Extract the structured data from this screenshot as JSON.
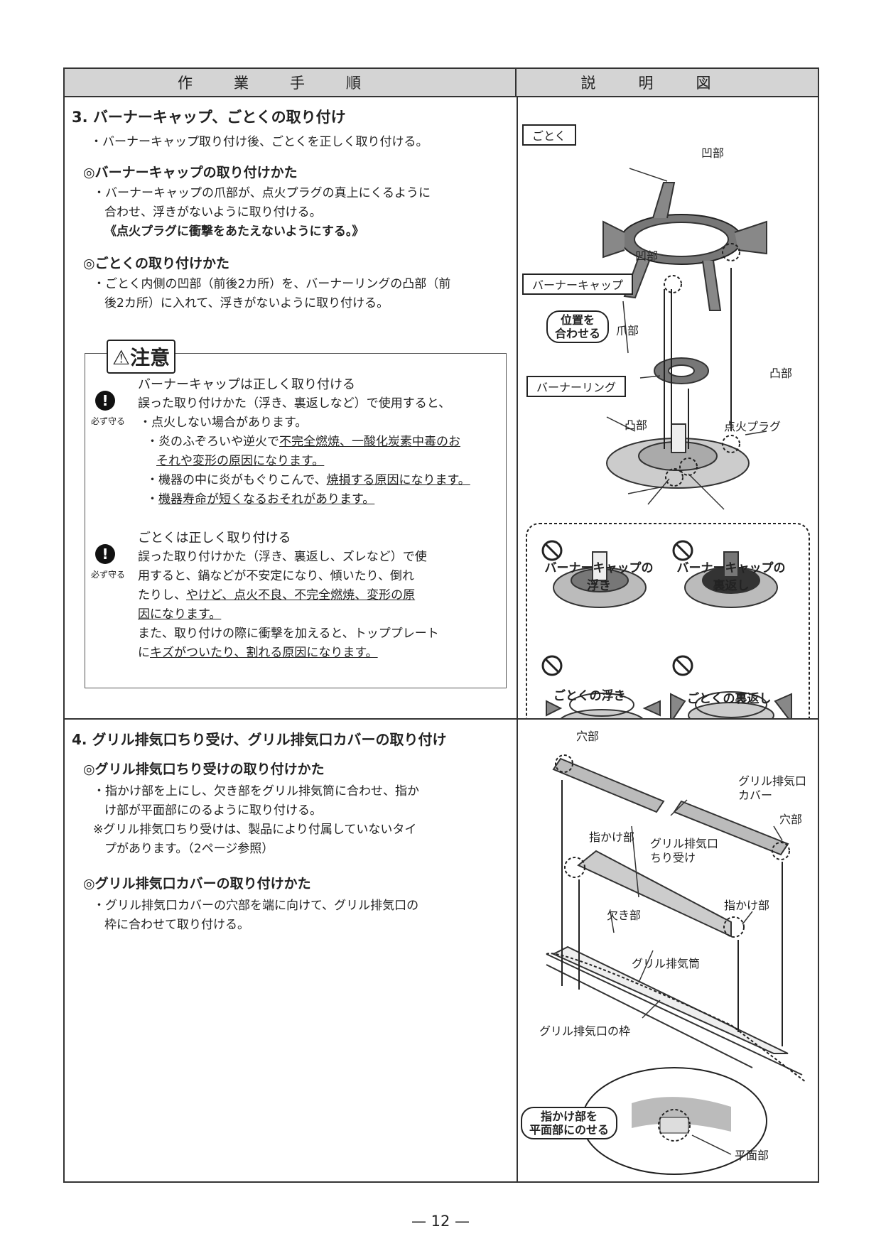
{
  "header": {
    "left": "作業手順",
    "right": "説明図"
  },
  "s3": {
    "title": "3. バーナーキャップ、ごとくの取り付け",
    "intro": "・バーナーキャップ取り付け後、ごとくを正しく取り付ける。",
    "cap_head": "◎バーナーキャップの取り付けかた",
    "cap_line1": "・バーナーキャップの爪部が、点火プラグの真上にくるように",
    "cap_line2": "合わせ、浮きがないように取り付ける。",
    "cap_bold": "《点火プラグに衝撃をあたえないようにする。》",
    "gotoku_head": "◎ごとくの取り付けかた",
    "gotoku_line1": "・ごとく内側の凹部（前後2カ所）を、バーナーリングの凸部（前",
    "gotoku_line2": "後2カ所）に入れて、浮きがないように取り付ける。"
  },
  "caution": {
    "tag": "⚠注意",
    "must": "必ず守る",
    "a_title": "バーナーキャップは正しく取り付ける",
    "a_lead": "誤った取り付けかた（浮き、裏返しなど）で使用すると、",
    "a_b1": "・点火しない場合があります。",
    "a_b2a": "・炎のふぞろいや逆火で",
    "a_b2b": "不完全燃焼、一酸化炭素中毒のお",
    "a_b2c": "それや変形の原因になります。",
    "a_b3a": "・機器の中に炎がもぐりこんで、",
    "a_b3b": "焼損する原因になります。",
    "a_b4": "機器寿命が短くなるおそれがあります。",
    "b_title": "ごとくは正しく取り付ける",
    "b_l1": "誤った取り付けかた（浮き、裏返し、ズレなど）で使",
    "b_l2": "用すると、鍋などが不安定になり、傾いたり、倒れ",
    "b_l3a": "たりし、",
    "b_l3b": "やけど、点火不良、不完全燃焼、変形の原",
    "b_l4": "因になります。",
    "b_l5": "また、取り付けの際に衝撃を加えると、トッププレート",
    "b_l6a": "に",
    "b_l6b": "キズがついたり、割れる原因になります。"
  },
  "fig1": {
    "gotoku": "ごとく",
    "kobu1": "凹部",
    "kobu2": "凹部",
    "burner_cap": "バーナーキャップ",
    "align1": "位置を",
    "align2": "合わせる",
    "tsume": "爪部",
    "totsu1": "凸部",
    "burner_ring": "バーナーリング",
    "totsu2": "凸部",
    "plug": "点火プラグ",
    "ng1a": "バーナーキャップの",
    "ng1b": "浮き",
    "ng2a": "バーナーキャップの",
    "ng2b": "裏返し",
    "ng3": "ごとくの浮き",
    "ng4": "ごとくの裏返し"
  },
  "s4": {
    "title": "4. グリル排気口ちり受け、グリル排気口カバーの取り付け",
    "h1": "◎グリル排気口ちり受けの取り付けかた",
    "l1": "・指かけ部を上にし、欠き部をグリル排気筒に合わせ、指か",
    "l2": "け部が平面部にのるように取り付ける。",
    "l3": "※グリル排気口ちり受けは、製品により付属していないタイ",
    "l4": "プがあります。（2ページ参照）",
    "h2": "◎グリル排気口カバーの取り付けかた",
    "l5": "・グリル排気口カバーの穴部を端に向けて、グリル排気口の",
    "l6": "枠に合わせて取り付ける。"
  },
  "fig2": {
    "ana1": "穴部",
    "cover1": "グリル排気口",
    "cover2": "カバー",
    "ana2": "穴部",
    "yubi1": "指かけ部",
    "chiri1": "グリル排気口",
    "chiri2": "ちり受け",
    "yubi2": "指かけ部",
    "kaki": "欠き部",
    "tsutsu": "グリル排気筒",
    "waku": "グリル排気口の枠",
    "note1": "指かけ部を",
    "note2": "平面部にのせる",
    "heimen": "平面部"
  },
  "page_number": "— 12 —"
}
